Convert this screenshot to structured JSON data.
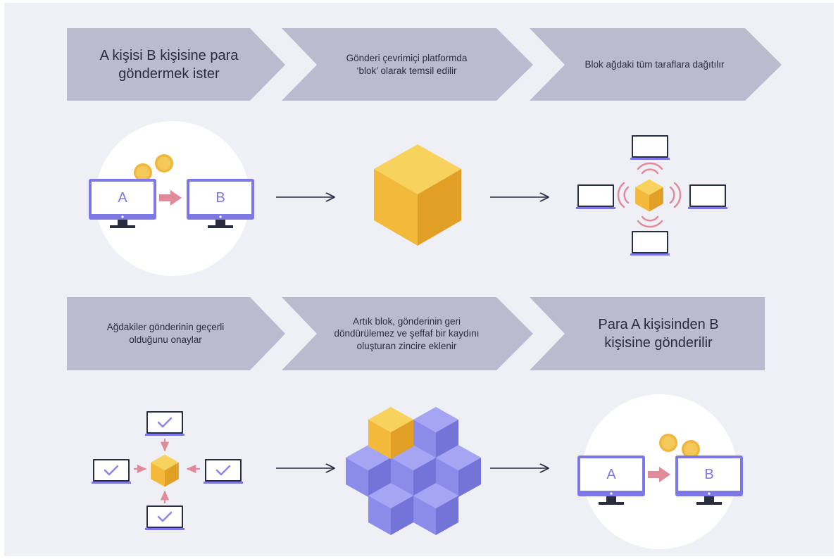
{
  "steps": [
    {
      "text": "A kişisi B kişisine para\ngöndermek ister"
    },
    {
      "text": "Gönderi çevrimiçi platformda\n‘blok’ olarak temsil edilir"
    },
    {
      "text": "Blok ağdaki tüm taraflara dağıtılır"
    },
    {
      "text": "Ağdakiler gönderinin geçerli\nolduğunu onaylar"
    },
    {
      "text": "Artık blok, gönderinin geri\ndöndürülemez ve şeffaf bir kaydını\noluşturan zincire eklenir"
    },
    {
      "text": "Para A kişisinden B\nkişisine gönderilir"
    }
  ],
  "computers": {
    "sender": "A",
    "receiver": "B"
  },
  "icons": {
    "coin": "coin-icon",
    "monitor": "monitor-icon",
    "laptop": "laptop-icon",
    "block": "cube-icon",
    "signal": "wifi-signal-icon",
    "check": "checkmark-icon",
    "arrow": "arrow-right-icon"
  },
  "colors": {
    "background": "#eef0f6",
    "banner": "#bbbace",
    "monitor": "#7d78e4",
    "block_gold": "#f2b93b",
    "block_purple": "#8c8cee",
    "accent_pink": "#e08a9a",
    "coin": "#f0b73e"
  }
}
